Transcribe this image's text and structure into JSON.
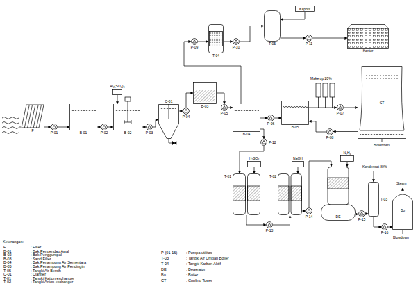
{
  "diagram": {
    "nodes": [
      {
        "text": [
          "F"
        ]
      },
      {
        "text": [
          "P-01"
        ]
      },
      {
        "text": [
          "B-01"
        ]
      },
      {
        "text": [
          "P-02"
        ]
      },
      {
        "text": [
          "B-02"
        ]
      },
      {
        "text": [
          "Al₂(SO₄)₃"
        ]
      },
      {
        "text": [
          "P-03"
        ]
      },
      {
        "text": [
          "C-01"
        ]
      },
      {
        "text": [
          "P-04"
        ]
      },
      {
        "text": [
          "B-03"
        ]
      },
      {
        "text": [
          "P-05"
        ]
      },
      {
        "text": [
          "B-04"
        ]
      },
      {
        "text": [
          "P-09"
        ]
      },
      {
        "text": [
          "T-04"
        ]
      },
      {
        "text": [
          "P-10"
        ]
      },
      {
        "text": [
          "T-05"
        ]
      },
      {
        "text": [
          "Kaporit"
        ]
      },
      {
        "text": [
          "P-11"
        ]
      },
      {
        "text": [
          "Kantor"
        ]
      },
      {
        "text": [
          "P-06"
        ]
      },
      {
        "text": [
          "B-05"
        ]
      },
      {
        "text": [
          "P-07"
        ]
      },
      {
        "text": [
          "CT"
        ]
      },
      {
        "text": [
          "P-08"
        ]
      },
      {
        "text": [
          "P-12"
        ]
      },
      {
        "text": [
          "T-01"
        ]
      },
      {
        "text": [
          "H₂SO₄"
        ]
      },
      {
        "text": [
          "P-13"
        ]
      },
      {
        "text": [
          "T-02"
        ]
      },
      {
        "text": [
          "NaOH"
        ]
      },
      {
        "text": [
          "P-14"
        ]
      },
      {
        "text": [
          "DE"
        ]
      },
      {
        "text": [
          "N₂H₄"
        ]
      },
      {
        "text": [
          "P-15"
        ]
      },
      {
        "text": [
          "T-03"
        ]
      },
      {
        "text": [
          "P-16"
        ]
      },
      {
        "text": [
          "Bo"
        ]
      }
    ],
    "edges": [
      {
        "from": 0,
        "to": 1,
        "arrow": "to"
      },
      {
        "from": 1,
        "to": 2,
        "arrow": "to"
      },
      {
        "from": 2,
        "to": 3,
        "arrow": "to"
      },
      {
        "from": 3,
        "to": 4,
        "arrow": "to"
      },
      {
        "from": 5,
        "to": 4,
        "arrow": "to"
      },
      {
        "from": 4,
        "to": 6,
        "arrow": "to"
      },
      {
        "from": 6,
        "to": 7,
        "arrow": "to"
      },
      {
        "from": 7,
        "to": 8,
        "arrow": "to"
      },
      {
        "from": 8,
        "to": 9,
        "arrow": "to"
      },
      {
        "from": 9,
        "to": 10,
        "arrow": "to"
      },
      {
        "from": 10,
        "to": 11,
        "arrow": "to"
      },
      {
        "from": 11,
        "to": 12,
        "arrow": "to"
      },
      {
        "from": 12,
        "to": 13,
        "arrow": "to"
      },
      {
        "from": 13,
        "to": 14,
        "arrow": "to"
      },
      {
        "from": 14,
        "to": 15,
        "arrow": "to"
      },
      {
        "from": 16,
        "to": 15,
        "arrow": "to"
      },
      {
        "from": 15,
        "to": 17,
        "arrow": "to"
      },
      {
        "from": 17,
        "to": 18,
        "arrow": "to"
      },
      {
        "from": 11,
        "to": 19,
        "arrow": "to"
      },
      {
        "from": 19,
        "to": 20,
        "arrow": "to"
      },
      {
        "from": 20,
        "to": 21,
        "arrow": "to"
      },
      {
        "from": 21,
        "to": 22,
        "arrow": "to"
      },
      {
        "from": 22,
        "to": 23,
        "arrow": "to"
      },
      {
        "from": 23,
        "to": 20,
        "arrow": "to"
      },
      {
        "from": 11,
        "to": 24,
        "arrow": "to"
      },
      {
        "from": 24,
        "to": 25,
        "arrow": "to"
      },
      {
        "from": 26,
        "to": 25,
        "arrow": "to"
      },
      {
        "from": 25,
        "to": 27,
        "arrow": "to"
      },
      {
        "from": 27,
        "to": 28,
        "arrow": "to"
      },
      {
        "from": 29,
        "to": 28,
        "arrow": "to"
      },
      {
        "from": 28,
        "to": 30,
        "arrow": "to"
      },
      {
        "from": 30,
        "to": 31,
        "arrow": "to"
      },
      {
        "from": 32,
        "to": 31,
        "arrow": "to"
      },
      {
        "from": 31,
        "to": 33,
        "arrow": "to"
      },
      {
        "from": 33,
        "to": 34,
        "arrow": "to"
      },
      {
        "from": 34,
        "to": 35,
        "arrow": "to"
      },
      {
        "from": 35,
        "to": 36,
        "arrow": "to"
      }
    ],
    "labels": [
      "Make up 20%",
      "Blowdown",
      "Kondensat 80%",
      "Steam",
      "Blowdown",
      "Keterangan:",
      "F",
      ": Filter",
      "B-01",
      ": Bak Pengendap Awal",
      "B-02",
      ": Bak Penggumpal",
      "B-03",
      ": Sand Filter",
      "B-04",
      ": Bak Penampung Air Sementara",
      "B-05",
      ": Bak Penampung Air Pendingin",
      "T-05",
      ": Tangki Air Bersih",
      "C-01",
      ": Clarifier",
      "T-01",
      ": Tangki Kation exchanger",
      "T-02",
      ": Tangki Anion exchanger",
      "P-(01-16)",
      ": Pompa utilitas",
      "T-03",
      ": Tangki Air Umpan Boiler",
      "T-04",
      ": Tangki Karbon Aktif",
      "DE",
      ": Deaerator",
      "Bo",
      ": Boiler",
      "CT",
      ": Cooling Tower"
    ]
  }
}
